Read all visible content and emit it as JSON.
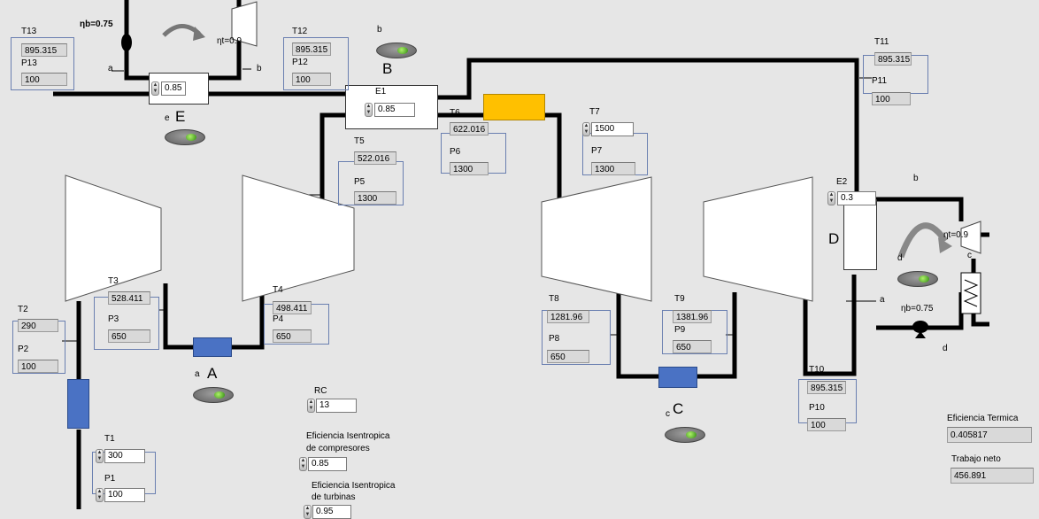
{
  "units": {
    "E": {
      "label": "E",
      "small": "e",
      "eta_b": "ηb=0.75",
      "eta_t": "ηt=0.9",
      "a": "a",
      "b": "b",
      "value": "0.85"
    },
    "B": {
      "label": "B",
      "small": "b"
    },
    "A": {
      "label": "A",
      "small": "a"
    },
    "C": {
      "label": "C",
      "small": "c"
    },
    "D": {
      "label": "D",
      "a": "a",
      "b": "b",
      "c": "c",
      "d": "d",
      "d2": "d",
      "eta_b": "ηb=0.75",
      "eta_t": "ηt=0.9"
    }
  },
  "E1": {
    "label": "E1",
    "value": "0.85"
  },
  "E2": {
    "label": "E2",
    "value": "0.3"
  },
  "states": {
    "T13": {
      "label": "T13",
      "value": "895.315"
    },
    "P13": {
      "label": "P13",
      "value": "100"
    },
    "T12": {
      "label": "T12",
      "value": "895.315"
    },
    "P12": {
      "label": "P12",
      "value": "100"
    },
    "T11": {
      "label": "T11",
      "value": "895.315"
    },
    "P11": {
      "label": "P11",
      "value": "100"
    },
    "T5": {
      "label": "T5",
      "value": "522.016"
    },
    "P5": {
      "label": "P5",
      "value": "1300"
    },
    "T6": {
      "label": "T6",
      "value": "622.016"
    },
    "P6": {
      "label": "P6",
      "value": "1300"
    },
    "T7": {
      "label": "T7",
      "value": "1500"
    },
    "P7": {
      "label": "P7",
      "value": "1300"
    },
    "T3": {
      "label": "T3",
      "value": "528.411"
    },
    "P3": {
      "label": "P3",
      "value": "650"
    },
    "T4": {
      "label": "T4",
      "value": "498.411"
    },
    "P4": {
      "label": "P4",
      "value": "650"
    },
    "T2": {
      "label": "T2",
      "value": "290"
    },
    "P2": {
      "label": "P2",
      "value": "100"
    },
    "T1": {
      "label": "T1",
      "value": "300"
    },
    "P1": {
      "label": "P1",
      "value": "100"
    },
    "T8": {
      "label": "T8",
      "value": "1281.96"
    },
    "P8": {
      "label": "P8",
      "value": "650"
    },
    "T9": {
      "label": "T9",
      "value": "1381.96"
    },
    "P9": {
      "label": "P9",
      "value": "650"
    },
    "T10": {
      "label": "T10",
      "value": "895.315"
    },
    "P10": {
      "label": "P10",
      "value": "100"
    }
  },
  "rc": {
    "label": "RC",
    "value": "13"
  },
  "eff_comp": {
    "label_1": "Eficiencia Isentropica",
    "label_2": "de compresores",
    "value": "0.85"
  },
  "eff_turb": {
    "label_1": "Eficiencia Isentropica",
    "label_2": "de turbinas",
    "value": "0.95"
  },
  "results": {
    "thermal_label": "Eficiencia Termica",
    "thermal_value": "0.405817",
    "work_label": "Trabajo neto",
    "work_value": "456.891"
  },
  "colors": {
    "pipe": "#000000",
    "combustor": "#ffc000",
    "intercooler": "#4a72c4",
    "background": "#e6e6e6",
    "button_led": "#3aa014"
  }
}
